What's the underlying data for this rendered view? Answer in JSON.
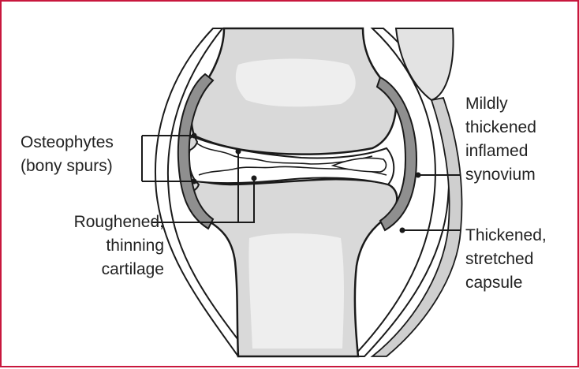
{
  "colors": {
    "frame_border": "#c8173d",
    "bone_fill": "#d9d9d9",
    "bone_light": "#eeeeee",
    "synovium_fill": "#8f8f8f",
    "capsule_fill": "#cfcfcf",
    "outline": "#1a1a1a",
    "text": "#222222"
  },
  "labels": {
    "osteophytes": [
      "Osteophytes",
      "(bony spurs)"
    ],
    "cartilage": [
      "Roughened,",
      "thinning",
      "cartilage"
    ],
    "synovium": [
      "Mildly",
      "thickened",
      "inflamed",
      "synovium"
    ],
    "capsule": [
      "Thickened,",
      "stretched",
      "capsule"
    ]
  }
}
